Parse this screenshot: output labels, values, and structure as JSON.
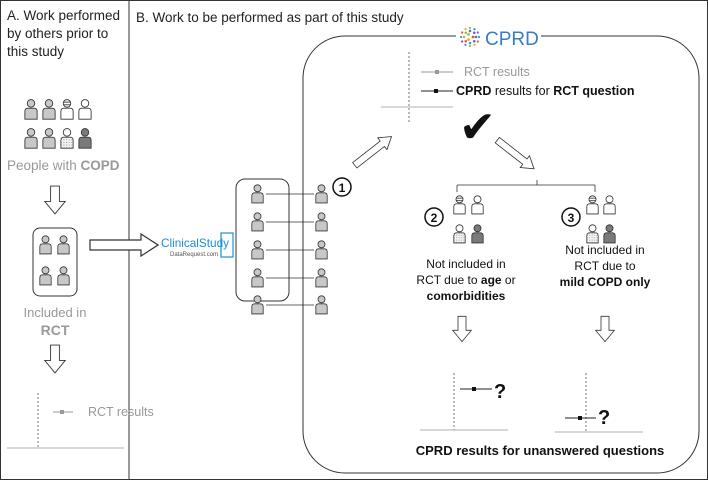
{
  "panel_a": {
    "title_lines": [
      "A. Work performed",
      "by others prior to",
      "this study"
    ],
    "population_label_prefix": "People with ",
    "population_label_bold": "COPD",
    "included_label": "Included in",
    "included_label_bold": "RCT",
    "forest_label": "RCT results"
  },
  "panel_b": {
    "title": "B. Work to be performed as part of this study",
    "cprd_logo_text": "CPRD",
    "clinicalstudy_logo_main": "ClinicalStudy",
    "clinicalstudy_logo_sub": "DataRequest.com",
    "forest_rct_label": "RCT results",
    "forest_cprd_label_bold_1": "CPRD",
    "forest_cprd_label_mid": " results for ",
    "forest_cprd_label_bold_2": "RCT question",
    "checkmark": "✔",
    "step_1": "1",
    "step_2": "2",
    "step_3": "3",
    "group2_lines": [
      "Not included in",
      "RCT due to "
    ],
    "group2_bold_1": "age",
    "group2_mid": " or",
    "group2_bold_2": "comorbidities",
    "group3_lines": [
      "Not included in",
      "RCT due to"
    ],
    "group3_bold": "mild COPD only",
    "question_mark": "?",
    "bottom_label": "CPRD results for unanswered questions"
  },
  "colors": {
    "light_person": "#c8c8c8",
    "dark_person": "#7a7a7a",
    "grey_text": "#999999",
    "line": "#333333",
    "cprd_blue": "#3a7cc4",
    "cs_blue": "#1a8fd6"
  }
}
